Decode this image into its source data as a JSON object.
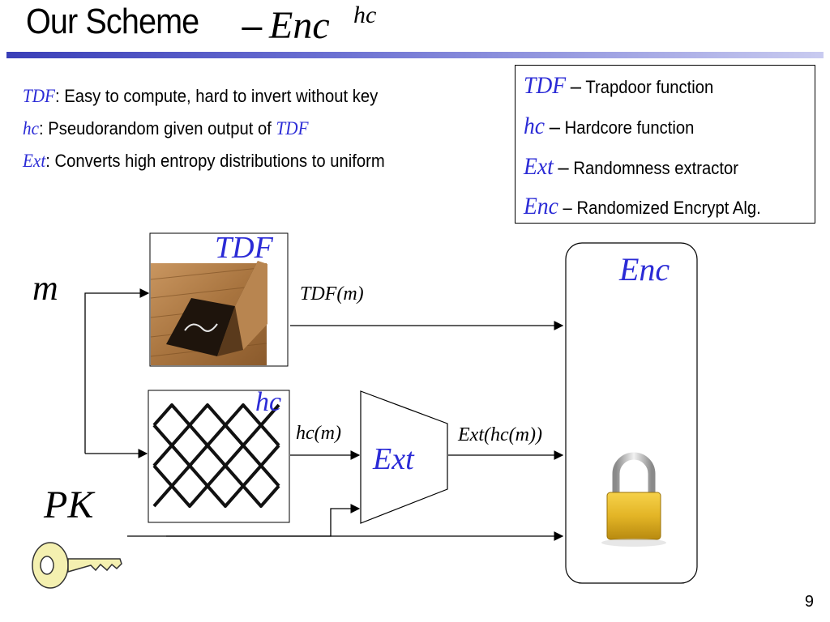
{
  "title": {
    "main": "Our Scheme",
    "dash": "−",
    "enc": "Enc",
    "superscript": "hc"
  },
  "descriptions": [
    {
      "term": "TDF",
      "text": ": Easy to compute, hard to invert without key",
      "suffix": ""
    },
    {
      "term": "hc",
      "text": ": Pseudorandom given output of ",
      "suffix": "TDF"
    },
    {
      "term": "Ext",
      "text": ": Converts high entropy distributions to uniform",
      "suffix": ""
    }
  ],
  "legend": [
    {
      "term": "TDF",
      "dash": "–",
      "text": "Trapdoor function"
    },
    {
      "term": "hc",
      "dash": "–",
      "text": "Hardcore function"
    },
    {
      "term": "Ext",
      "dash": "–",
      "text": "Randomness extractor"
    },
    {
      "term": "Enc",
      "dash": "–",
      "text": "Randomized Encrypt Alg."
    }
  ],
  "diagram": {
    "input_m": "m",
    "input_pk": "PK",
    "tdf_box_label": "TDF",
    "hc_box_label": "hc",
    "tdf_output": "TDF(m)",
    "hc_output": "hc(m)",
    "ext_label": "Ext",
    "ext_output": "Ext(hc(m))",
    "enc_label": "Enc"
  },
  "colors": {
    "accent_blue": "#2b2bd6",
    "lock_gold": "#e3b526",
    "key_yellow": "#f4f0b0"
  },
  "icons": [
    "trapdoor-photo",
    "chain-fence-icon",
    "padlock-icon",
    "key-icon"
  ],
  "page_number": "9"
}
